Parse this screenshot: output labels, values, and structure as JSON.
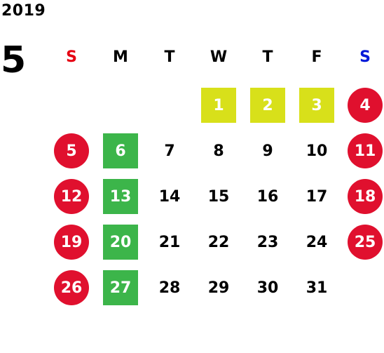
{
  "year": "2019",
  "month": "5",
  "weekdays": [
    {
      "label": "S",
      "color": "#e60012"
    },
    {
      "label": "M",
      "color": "#000000"
    },
    {
      "label": "T",
      "color": "#000000"
    },
    {
      "label": "W",
      "color": "#000000"
    },
    {
      "label": "T",
      "color": "#000000"
    },
    {
      "label": "F",
      "color": "#000000"
    },
    {
      "label": "S",
      "color": "#0018d8"
    }
  ],
  "colors": {
    "sunday_circle": "#e0102e",
    "saturday_circle": "#e0102e",
    "golden_week_box": "#d8e01a",
    "monday_box": "#3cb54a",
    "plain_text": "#000000",
    "marked_text": "#ffffff"
  },
  "days": [
    {
      "label": "1",
      "marker": "yellow-box"
    },
    {
      "label": "2",
      "marker": "yellow-box"
    },
    {
      "label": "3",
      "marker": "yellow-box"
    },
    {
      "label": "4",
      "marker": "red-circle"
    },
    {
      "label": "5",
      "marker": "red-circle"
    },
    {
      "label": "6",
      "marker": "green-box"
    },
    {
      "label": "7",
      "marker": "none"
    },
    {
      "label": "8",
      "marker": "none"
    },
    {
      "label": "9",
      "marker": "none"
    },
    {
      "label": "10",
      "marker": "none"
    },
    {
      "label": "11",
      "marker": "red-circle"
    },
    {
      "label": "12",
      "marker": "red-circle"
    },
    {
      "label": "13",
      "marker": "green-box"
    },
    {
      "label": "14",
      "marker": "none"
    },
    {
      "label": "15",
      "marker": "none"
    },
    {
      "label": "16",
      "marker": "none"
    },
    {
      "label": "17",
      "marker": "none"
    },
    {
      "label": "18",
      "marker": "red-circle"
    },
    {
      "label": "19",
      "marker": "red-circle"
    },
    {
      "label": "20",
      "marker": "green-box"
    },
    {
      "label": "21",
      "marker": "none"
    },
    {
      "label": "22",
      "marker": "none"
    },
    {
      "label": "23",
      "marker": "none"
    },
    {
      "label": "24",
      "marker": "none"
    },
    {
      "label": "25",
      "marker": "red-circle"
    },
    {
      "label": "26",
      "marker": "red-circle"
    },
    {
      "label": "27",
      "marker": "green-box"
    },
    {
      "label": "28",
      "marker": "none"
    },
    {
      "label": "29",
      "marker": "none"
    },
    {
      "label": "30",
      "marker": "none"
    },
    {
      "label": "31",
      "marker": "none"
    }
  ]
}
